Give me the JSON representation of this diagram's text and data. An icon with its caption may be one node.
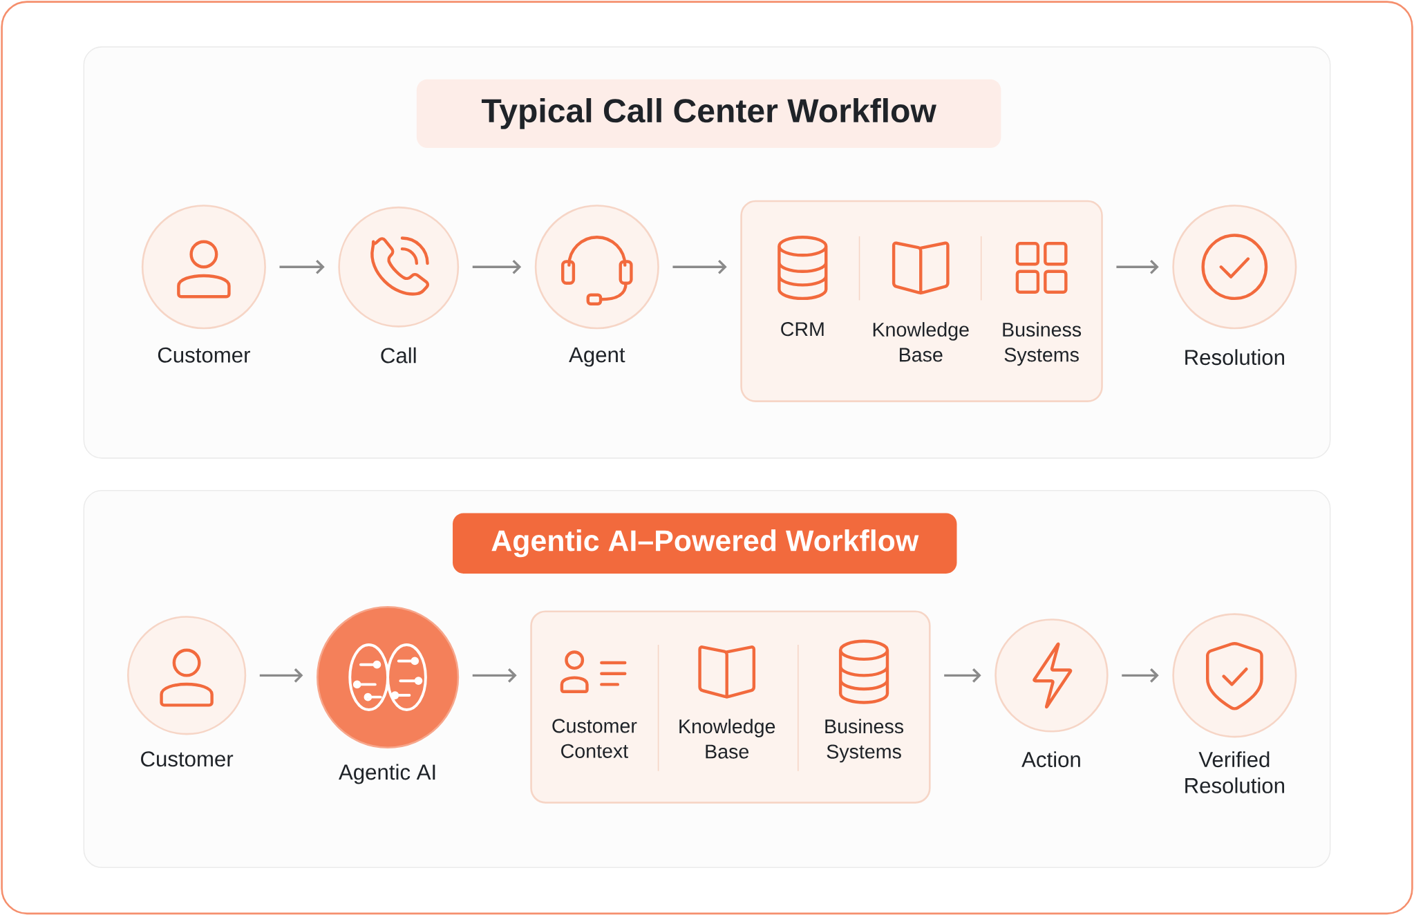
{
  "diagram": {
    "nodes": [
      {
        "text": [
          "Typical Call Center Workflow"
        ]
      },
      {
        "text": [
          "Customer"
        ],
        "in": 0
      },
      {
        "text": [
          "Call"
        ],
        "in": 0
      },
      {
        "text": [
          "Agent"
        ],
        "in": 0
      },
      {
        "text": [],
        "shape": "box",
        "in": 0
      },
      {
        "text": [
          "CRM"
        ],
        "in": 4
      },
      {
        "text": [
          "Knowledge Base"
        ],
        "in": 4
      },
      {
        "text": [
          "Business Systems"
        ],
        "in": 4
      },
      {
        "text": [
          "Resolution"
        ],
        "in": 0
      },
      {
        "text": [
          "Agentic AI–Powered Workflow"
        ]
      },
      {
        "text": [
          "Customer"
        ],
        "in": 9
      },
      {
        "text": [
          "Agentic AI"
        ],
        "in": 9
      },
      {
        "text": [],
        "shape": "box",
        "in": 9
      },
      {
        "text": [
          "Customer Context"
        ],
        "in": 12
      },
      {
        "text": [
          "Knowledge Base"
        ],
        "in": 12
      },
      {
        "text": [
          "Business Systems"
        ],
        "in": 12
      },
      {
        "text": [
          "Action"
        ],
        "in": 9
      },
      {
        "text": [
          "Verified Resolution"
        ],
        "in": 9
      }
    ],
    "edges": [
      {
        "from": 1,
        "to": 2,
        "arrow": "to"
      },
      {
        "from": 2,
        "to": 3,
        "arrow": "to"
      },
      {
        "from": 3,
        "to": 4,
        "arrow": "to"
      },
      {
        "from": 4,
        "to": 8,
        "arrow": "to"
      },
      {
        "from": 10,
        "to": 11,
        "arrow": "to"
      },
      {
        "from": 11,
        "to": 12,
        "arrow": "to"
      },
      {
        "from": 12,
        "to": 16,
        "arrow": "to"
      },
      {
        "from": 16,
        "to": 17,
        "arrow": "to"
      }
    ]
  }
}
